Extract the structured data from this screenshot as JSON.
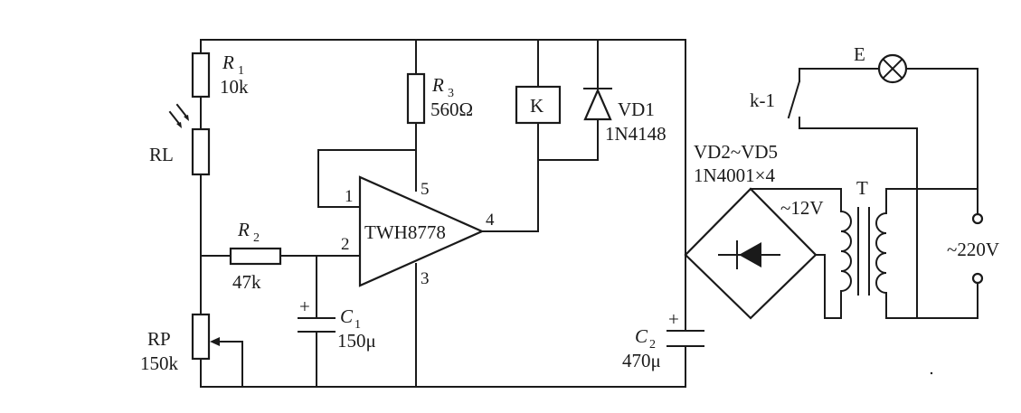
{
  "components": {
    "r1": {
      "name": "R",
      "sub": "1",
      "value": "10k"
    },
    "rl": {
      "name": "RL"
    },
    "r2": {
      "name": "R",
      "sub": "2",
      "value": "47k"
    },
    "rp": {
      "name": "RP",
      "value": "150k"
    },
    "c1": {
      "name": "C",
      "sub": "1",
      "value": "150μ",
      "polarity": "+"
    },
    "r3": {
      "name": "R",
      "sub": "3",
      "value": "560Ω"
    },
    "k": {
      "name": "K"
    },
    "vd1": {
      "name": "VD1",
      "value": "1N4148"
    },
    "ic": {
      "name": "TWH8778",
      "pins": [
        "1",
        "2",
        "3",
        "4",
        "5"
      ]
    },
    "c2": {
      "name": "C",
      "sub": "2",
      "value": "470μ",
      "polarity": "+"
    },
    "bridge": {
      "name": "VD2~VD5",
      "value": "1N4001×4"
    },
    "transformer": {
      "name": "T",
      "secondary": "~12V"
    },
    "mains": {
      "value": "~220V"
    },
    "lamp": {
      "name": "E"
    },
    "relay_contact": {
      "name": "k-1"
    }
  }
}
